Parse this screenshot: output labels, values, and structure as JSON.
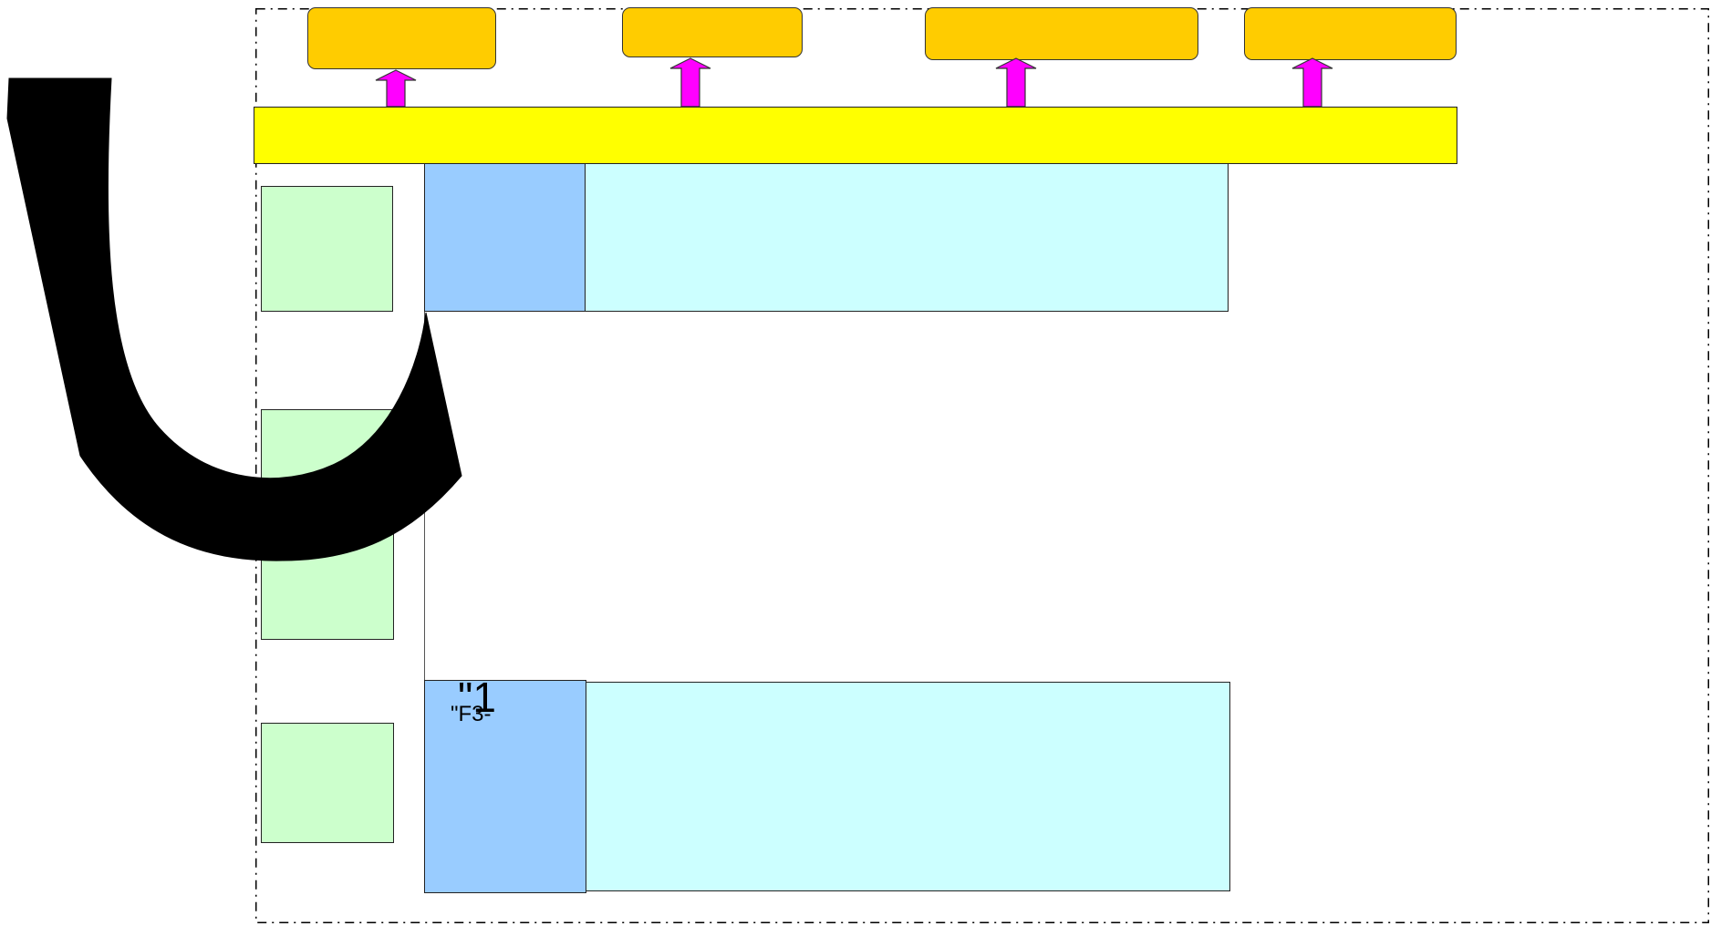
{
  "diagram": {
    "colors": {
      "frame": "#000000",
      "top_boxes": "#ffcc00",
      "main_bar": "#ffff00",
      "arrows": "#ff00ff",
      "side_boxes": "#ccffcc",
      "blue_boxes": "#99ccff",
      "cyan_boxes": "#ccffff",
      "overlay_shape": "#000000"
    },
    "labels": {
      "blue_box_2_big": "\"1",
      "blue_box_2_small": "\"F3-"
    },
    "icons": {
      "arrow": "up-arrow-icon",
      "overlay": "black-hook-shape"
    }
  }
}
